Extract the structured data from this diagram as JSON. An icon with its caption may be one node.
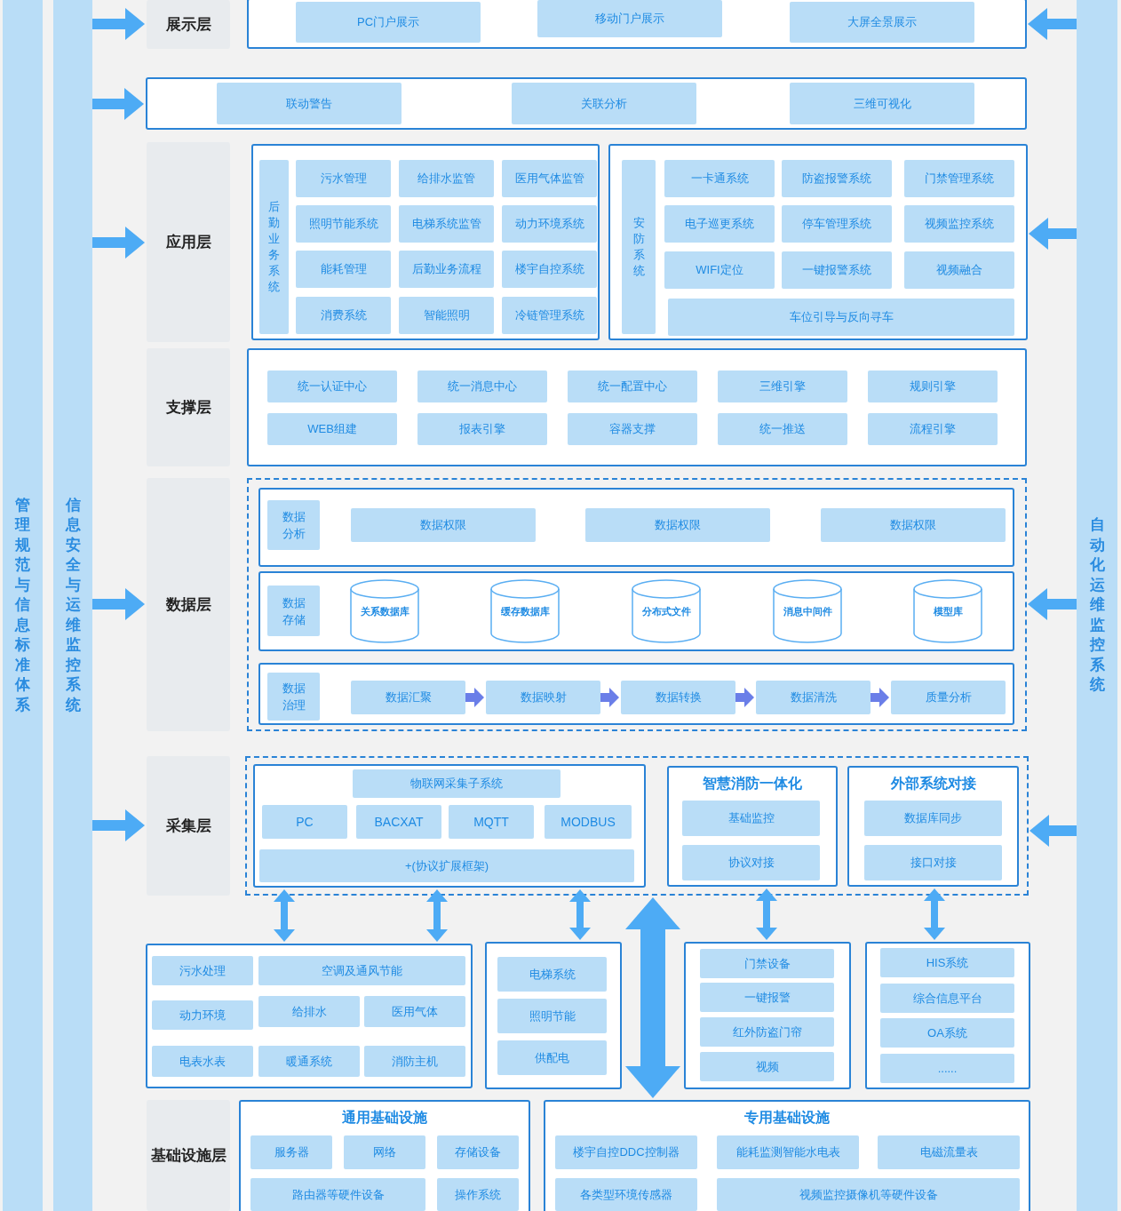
{
  "diagram": {
    "nodes": [
      {
        "text": [
          "管理规范与信息标准体系"
        ]
      },
      {
        "text": [
          "信息安全与运维监控系统"
        ]
      },
      {
        "text": [
          "自动化运维监控系统"
        ]
      },
      {
        "text": [
          "展示层"
        ]
      },
      {
        "text": [],
        "shape": "box"
      },
      {
        "text": [
          "PC门户展示"
        ],
        "in": 4
      },
      {
        "text": [
          "移动门户展示"
        ],
        "in": 4
      },
      {
        "text": [
          "大屏全景展示"
        ],
        "in": 4
      },
      {
        "text": [],
        "shape": "box"
      },
      {
        "text": [
          "联动警告"
        ],
        "in": 8
      },
      {
        "text": [
          "关联分析"
        ],
        "in": 8
      },
      {
        "text": [
          "三维可视化"
        ],
        "in": 8
      },
      {
        "text": [
          "应用层"
        ]
      },
      {
        "text": [],
        "shape": "box"
      },
      {
        "text": [
          "后勤业务系统"
        ],
        "in": 13
      },
      {
        "text": [
          "污水管理"
        ],
        "in": 13
      },
      {
        "text": [
          "给排水监管"
        ],
        "in": 13
      },
      {
        "text": [
          "医用气体监管"
        ],
        "in": 13
      },
      {
        "text": [
          "照明节能系统"
        ],
        "in": 13
      },
      {
        "text": [
          "电梯系统监管"
        ],
        "in": 13
      },
      {
        "text": [
          "动力环境系统"
        ],
        "in": 13
      },
      {
        "text": [
          "能耗管理"
        ],
        "in": 13
      },
      {
        "text": [
          "后勤业务流程"
        ],
        "in": 13
      },
      {
        "text": [
          "楼宇自控系统"
        ],
        "in": 13
      },
      {
        "text": [
          "消费系统"
        ],
        "in": 13
      },
      {
        "text": [
          "智能照明"
        ],
        "in": 13
      },
      {
        "text": [
          "冷链管理系统"
        ],
        "in": 13
      },
      {
        "text": [],
        "shape": "box"
      },
      {
        "text": [
          "安防系统"
        ],
        "in": 27
      },
      {
        "text": [
          "一卡通系统"
        ],
        "in": 27
      },
      {
        "text": [
          "防盗报警系统"
        ],
        "in": 27
      },
      {
        "text": [
          "门禁管理系统"
        ],
        "in": 27
      },
      {
        "text": [
          "电子巡更系统"
        ],
        "in": 27
      },
      {
        "text": [
          "停车管理系统"
        ],
        "in": 27
      },
      {
        "text": [
          "视频监控系统"
        ],
        "in": 27
      },
      {
        "text": [
          "WIFI定位"
        ],
        "in": 27
      },
      {
        "text": [
          "一键报警系统"
        ],
        "in": 27
      },
      {
        "text": [
          "视频融合"
        ],
        "in": 27
      },
      {
        "text": [
          "车位引导与反向寻车"
        ],
        "in": 27
      },
      {
        "text": [
          "支撑层"
        ]
      },
      {
        "text": [],
        "shape": "box"
      },
      {
        "text": [
          "统一认证中心"
        ],
        "in": 40
      },
      {
        "text": [
          "统一消息中心"
        ],
        "in": 40
      },
      {
        "text": [
          "统一配置中心"
        ],
        "in": 40
      },
      {
        "text": [
          "三维引擎"
        ],
        "in": 40
      },
      {
        "text": [
          "规则引擎"
        ],
        "in": 40
      },
      {
        "text": [
          "WEB组建"
        ],
        "in": 40
      },
      {
        "text": [
          "报表引擎"
        ],
        "in": 40
      },
      {
        "text": [
          "容器支撑"
        ],
        "in": 40
      },
      {
        "text": [
          "统一推送"
        ],
        "in": 40
      },
      {
        "text": [
          "流程引擎"
        ],
        "in": 40
      },
      {
        "text": [
          "数据层"
        ]
      },
      {
        "text": [],
        "shape": "box"
      },
      {
        "text": [],
        "shape": "box",
        "in": 52
      },
      {
        "text": [
          "数据分析"
        ],
        "in": 53
      },
      {
        "text": [
          "数据权限"
        ],
        "in": 53
      },
      {
        "text": [
          "数据权限"
        ],
        "in": 53
      },
      {
        "text": [
          "数据权限"
        ],
        "in": 53
      },
      {
        "text": [],
        "shape": "box",
        "in": 52
      },
      {
        "text": [
          "数据存储"
        ],
        "in": 58
      },
      {
        "text": [
          "关系数据库"
        ],
        "in": 58
      },
      {
        "text": [
          "缓存数据库"
        ],
        "in": 58
      },
      {
        "text": [
          "分布式文件"
        ],
        "in": 58
      },
      {
        "text": [
          "消息中间件"
        ],
        "in": 58
      },
      {
        "text": [
          "模型库"
        ],
        "in": 58
      },
      {
        "text": [],
        "shape": "box",
        "in": 52
      },
      {
        "text": [
          "数据治理"
        ],
        "in": 65
      },
      {
        "text": [
          "数据汇聚"
        ],
        "in": 65
      },
      {
        "text": [
          "数据映射"
        ],
        "in": 65
      },
      {
        "text": [
          "数据转换"
        ],
        "in": 65
      },
      {
        "text": [
          "数据清洗"
        ],
        "in": 65
      },
      {
        "text": [
          "质量分析"
        ],
        "in": 65
      },
      {
        "text": [
          "采集层"
        ]
      },
      {
        "text": [],
        "shape": "box"
      },
      {
        "text": [],
        "shape": "box",
        "in": 73
      },
      {
        "text": [
          "物联网采集子系统"
        ],
        "in": 74
      },
      {
        "text": [
          "PC"
        ],
        "in": 74
      },
      {
        "text": [
          "BACXAT"
        ],
        "in": 74
      },
      {
        "text": [
          "MQTT"
        ],
        "in": 74
      },
      {
        "text": [
          "MODBUS"
        ],
        "in": 74
      },
      {
        "text": [
          "+(协议扩展框架)"
        ],
        "in": 74
      },
      {
        "text": [
          "智慧消防一体化"
        ],
        "in": 73
      },
      {
        "text": [
          "基础监控"
        ],
        "in": 81
      },
      {
        "text": [
          "协议对接"
        ],
        "in": 81
      },
      {
        "text": [
          "外部系统对接"
        ],
        "in": 73
      },
      {
        "text": [
          "数据库同步"
        ],
        "in": 84
      },
      {
        "text": [
          "接口对接"
        ],
        "in": 84
      },
      {
        "text": [],
        "shape": "box"
      },
      {
        "text": [
          "污水处理"
        ],
        "in": 87
      },
      {
        "text": [
          "空调及通风节能"
        ],
        "in": 87
      },
      {
        "text": [
          "动力环境"
        ],
        "in": 87
      },
      {
        "text": [
          "给排水"
        ],
        "in": 87
      },
      {
        "text": [
          "医用气体"
        ],
        "in": 87
      },
      {
        "text": [
          "电表水表"
        ],
        "in": 87
      },
      {
        "text": [
          "暖通系统"
        ],
        "in": 87
      },
      {
        "text": [
          "消防主机"
        ],
        "in": 87
      },
      {
        "text": [],
        "shape": "box"
      },
      {
        "text": [
          "电梯系统"
        ],
        "in": 96
      },
      {
        "text": [
          "照明节能"
        ],
        "in": 96
      },
      {
        "text": [
          "供配电"
        ],
        "in": 96
      },
      {
        "text": [],
        "shape": "box"
      },
      {
        "text": [
          "门禁设备"
        ],
        "in": 100
      },
      {
        "text": [
          "一键报警"
        ],
        "in": 100
      },
      {
        "text": [
          "红外防盗门帘"
        ],
        "in": 100
      },
      {
        "text": [
          "视频"
        ],
        "in": 100
      },
      {
        "text": [],
        "shape": "box"
      },
      {
        "text": [
          "HIS系统"
        ],
        "in": 105
      },
      {
        "text": [
          "综合信息平台"
        ],
        "in": 105
      },
      {
        "text": [
          "OA系统"
        ],
        "in": 105
      },
      {
        "text": [
          "......"
        ],
        "in": 105
      },
      {
        "text": [
          "基础设施层"
        ]
      },
      {
        "text": [
          "通用基础设施"
        ]
      },
      {
        "text": [
          "服务器"
        ],
        "in": 111
      },
      {
        "text": [
          "网络"
        ],
        "in": 111
      },
      {
        "text": [
          "存储设备"
        ],
        "in": 111
      },
      {
        "text": [
          "路由器等硬件设备"
        ],
        "in": 111
      },
      {
        "text": [
          "操作系统"
        ],
        "in": 111
      },
      {
        "text": [
          "专用基础设施"
        ]
      },
      {
        "text": [
          "楼宇自控DDC控制器"
        ],
        "in": 117
      },
      {
        "text": [
          "能耗监测智能水电表"
        ],
        "in": 117
      },
      {
        "text": [
          "电磁流量表"
        ],
        "in": 117
      },
      {
        "text": [
          "各类型环境传感器"
        ],
        "in": 117
      },
      {
        "text": [
          "视频监控摄像机等硬件设备"
        ],
        "in": 117
      }
    ],
    "edges": [
      {
        "from": 1,
        "to": 3,
        "arrow": "to"
      },
      {
        "from": 1,
        "to": 8,
        "arrow": "to"
      },
      {
        "from": 1,
        "to": 12,
        "arrow": "to"
      },
      {
        "from": 1,
        "to": 51,
        "arrow": "to"
      },
      {
        "from": 1,
        "to": 72,
        "arrow": "to"
      },
      {
        "from": 2,
        "to": 4,
        "arrow": "to"
      },
      {
        "from": 2,
        "to": 27,
        "arrow": "to"
      },
      {
        "from": 2,
        "to": 52,
        "arrow": "to"
      },
      {
        "from": 2,
        "to": 73,
        "arrow": "to"
      },
      {
        "from": 67,
        "to": 68,
        "arrow": "to",
        "color": "#6a7ee8"
      },
      {
        "from": 68,
        "to": 69,
        "arrow": "to",
        "color": "#6a7ee8"
      },
      {
        "from": 69,
        "to": 70,
        "arrow": "to",
        "color": "#6a7ee8"
      },
      {
        "from": 70,
        "to": 71,
        "arrow": "to",
        "color": "#6a7ee8"
      },
      {
        "from": 74,
        "to": 87,
        "arrow": "both"
      },
      {
        "from": 74,
        "to": 87,
        "arrow": "both"
      },
      {
        "from": 74,
        "to": 96,
        "arrow": "both"
      },
      {
        "from": 81,
        "to": 100,
        "arrow": "both"
      },
      {
        "from": 84,
        "to": 105,
        "arrow": "both"
      },
      {
        "from": 73,
        "to": 117,
        "arrow": "both",
        "style": "thick"
      }
    ]
  }
}
